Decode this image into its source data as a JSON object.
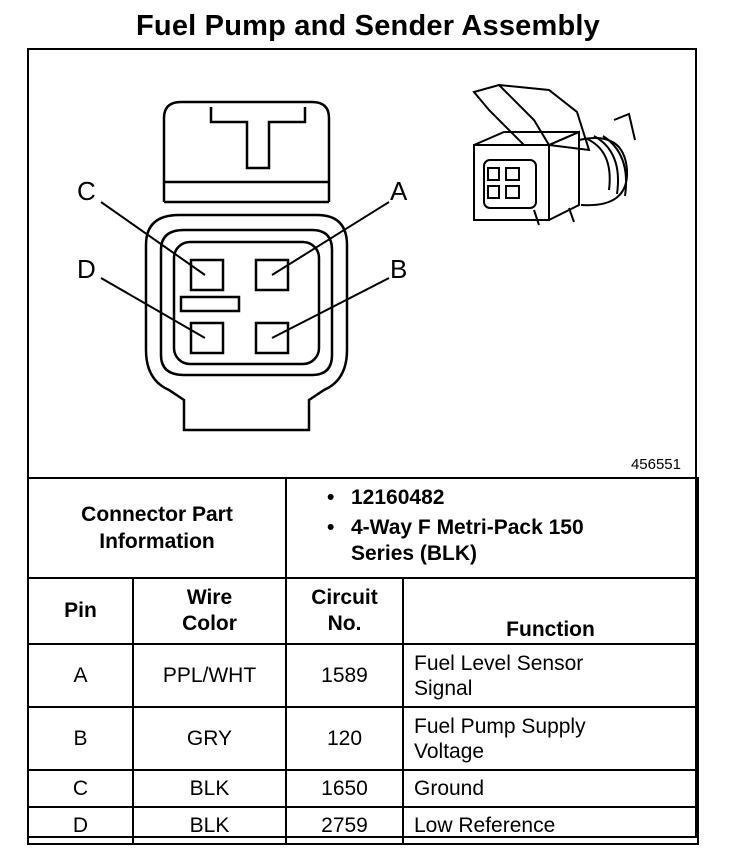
{
  "title": "Fuel Pump and Sender Assembly",
  "figure_id": "456551",
  "pin_labels": {
    "a": "A",
    "b": "B",
    "c": "C",
    "d": "D"
  },
  "connector_info": {
    "label": "Connector Part Information",
    "values": [
      "12160482",
      "4-Way F Metri-Pack 150 Series (BLK)"
    ]
  },
  "table": {
    "headers": {
      "pin": "Pin",
      "wire_color": "Wire Color",
      "circuit": "Circuit No.",
      "function": "Function"
    },
    "rows": [
      {
        "pin": "A",
        "wire_color": "PPL/WHT",
        "circuit": "1589",
        "function": "Fuel Level Sensor Signal"
      },
      {
        "pin": "B",
        "wire_color": "GRY",
        "circuit": "120",
        "function": "Fuel Pump Supply Voltage"
      },
      {
        "pin": "C",
        "wire_color": "BLK",
        "circuit": "1650",
        "function": "Ground"
      },
      {
        "pin": "D",
        "wire_color": "BLK",
        "circuit": "2759",
        "function": "Low Reference"
      }
    ]
  }
}
